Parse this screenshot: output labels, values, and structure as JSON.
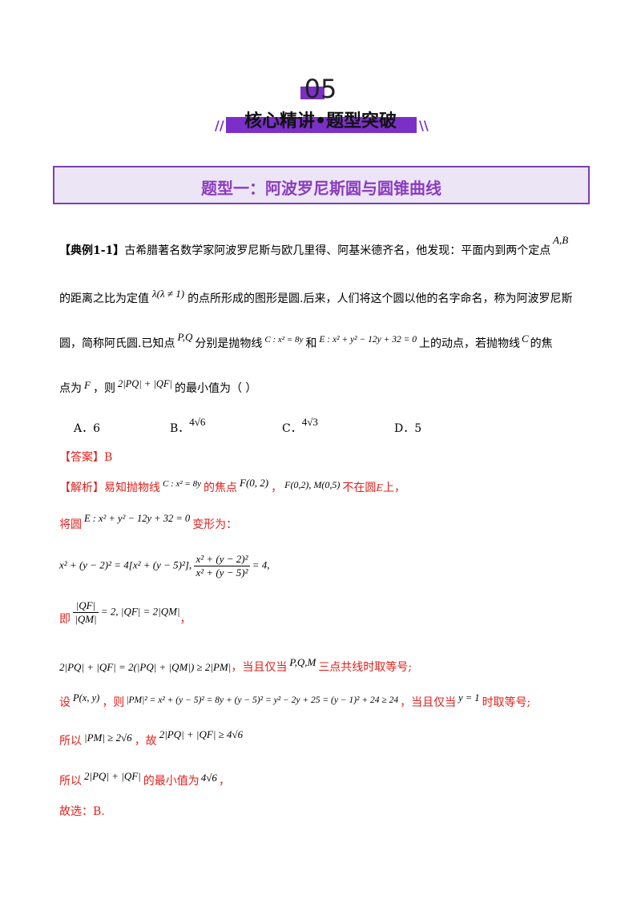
{
  "header": {
    "section_number": "05",
    "subtitle": "核心精讲•题型突破",
    "slash_left": "//",
    "slash_right": "\\\\"
  },
  "topic_title": "题型一：阿波罗尼斯圆与圆锥曲线",
  "example": {
    "tag": "【典例1-1】",
    "line1": "古希腊著名数学家阿波罗尼斯与欧几里得、阿基米德齐名，他发现：平面内到两个定点",
    "AB": "A,B",
    "line2a": "的距离之比为定值",
    "lambda": "λ(λ ≠ 1)",
    "line2b": "的点所形成的图形是圆.后来，人们将这个圆以他的名字命名，称为阿波罗尼斯",
    "line3a": "圆，简称阿氏圆.已知点",
    "PQ": "P,Q",
    "line3b": "分别是抛物线",
    "parabola": "C : x² = 8y",
    "and": "和",
    "circle": "E : x² + y² − 12y + 32 = 0",
    "line3c": "上的动点，若抛物线",
    "C": "C",
    "line3d": "的焦",
    "line4a": "点为",
    "F": "F",
    "line4b": "，则",
    "expr": "2|PQ| + |QF|",
    "line4c": "的最小值为（    ）",
    "options": [
      {
        "label": "A．6",
        "value": ""
      },
      {
        "label": "B．",
        "value": "4√6"
      },
      {
        "label": "C．",
        "value": "4√3"
      },
      {
        "label": "D．5",
        "value": ""
      }
    ]
  },
  "answer": {
    "tag": "【答案】",
    "value": "B"
  },
  "analysis": {
    "tag": "【解析】",
    "l1a": "易知抛物线",
    "l1_parabola": "C : x² = 8y",
    "l1b": "的焦点",
    "l1_focus": "F(0, 2)",
    "l1c": "，",
    "l1_points": "F(0,2), M(0,5)",
    "l1d": "不在圆",
    "l1_E": "E",
    "l1e": "上，",
    "l2a": "将圆",
    "l2_circle": "E : x² + y² − 12y + 32 = 0",
    "l2b": "变形为：",
    "l3_left": "x² + (y − 2)² = 4[x² + (y − 5)²],",
    "l3_frac_num": "x² + (y − 2)²",
    "l3_frac_den": "x² + (y − 5)²",
    "l3_right": "= 4,",
    "l4a": "即",
    "l4_frac_num": "|QF|",
    "l4_frac_den": "|QM|",
    "l4_right": "= 2, |QF| = 2|QM|",
    "l4b": "，",
    "l5_expr": "2|PQ| + |QF| = 2(|PQ| + |QM|) ≥ 2|PM|",
    "l5a": "，当且仅当",
    "l5_pts": "P,Q,M",
    "l5b": "三点共线时取等号;",
    "l6a": "设",
    "l6_P": "P(x, y)",
    "l6b": "，则",
    "l6_expr": "|PM|² = x² + (y − 5)² = 8y + (y − 5)² = y² − 2y + 25 = (y − 1)² + 24 ≥ 24",
    "l6c": "，当且仅当",
    "l6_y": "y = 1",
    "l6d": "时取等号;",
    "l7a": "所以",
    "l7_expr1": "|PM| ≥ 2√6",
    "l7b": "，故",
    "l7_expr2": "2|PQ| + |QF| ≥ 4√6",
    "l8a": "所以",
    "l8_expr": "2|PQ| + |QF|",
    "l8b": "的最小值为",
    "l8_val": "4√6",
    "l8c": "，",
    "l9": "故选：B."
  },
  "colors": {
    "accent_purple": "#7b2fc8",
    "title_purple": "#8a3cc0",
    "analysis_red": "#e0201b"
  }
}
